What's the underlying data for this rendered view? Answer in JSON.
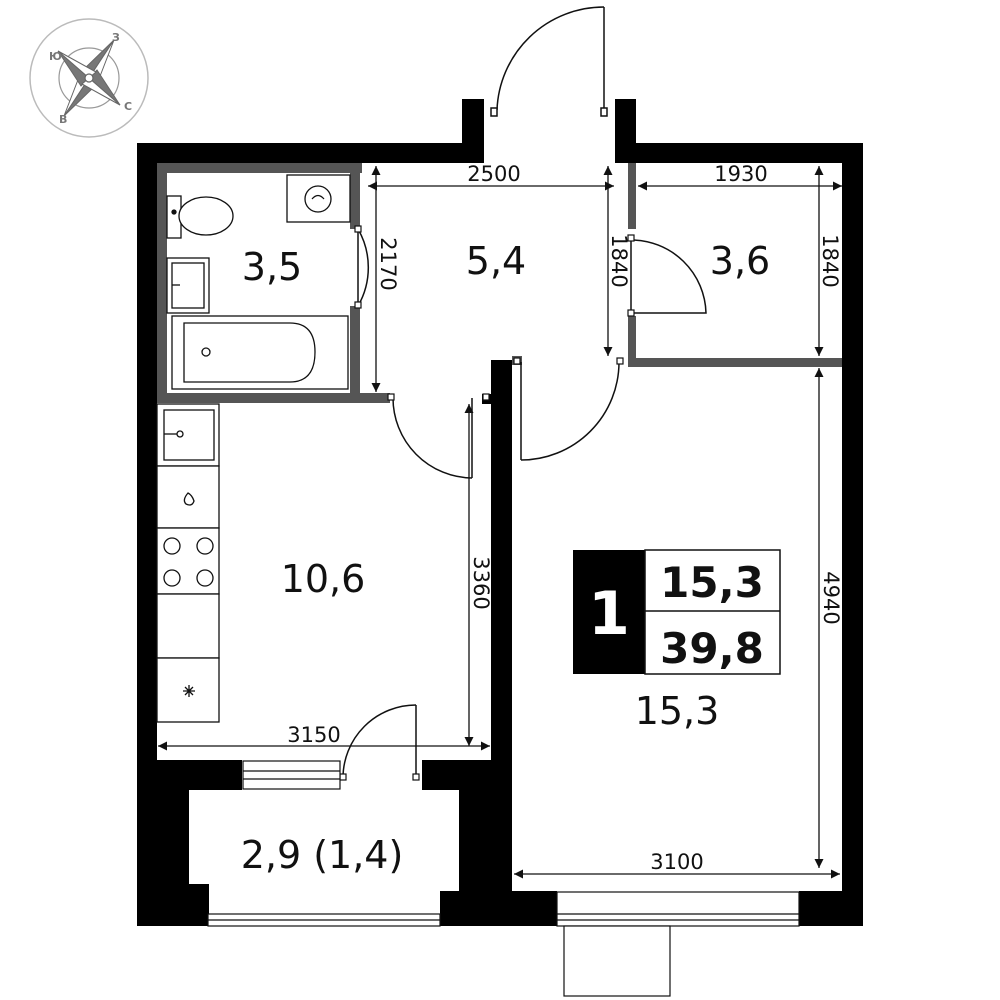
{
  "rooms": {
    "bathroom": "3,5",
    "hall": "5,4",
    "storage": "3,6",
    "kitchen": "10,6",
    "living": "15,3",
    "balcony": "2,9 (1,4)"
  },
  "dimensions": {
    "hall_width": "2500",
    "storage_width": "1930",
    "bathroom_depth": "2170",
    "hall_depth": "1840",
    "storage_depth": "1840",
    "kitchen_depth": "3360",
    "living_depth": "4940",
    "kitchen_width": "3150",
    "living_width": "3100"
  },
  "summary": {
    "room_count": "1",
    "living_area": "15,3",
    "total_area": "39,8"
  },
  "compass": {
    "n": "З",
    "w": "Ю",
    "s": "В",
    "e": "С"
  }
}
